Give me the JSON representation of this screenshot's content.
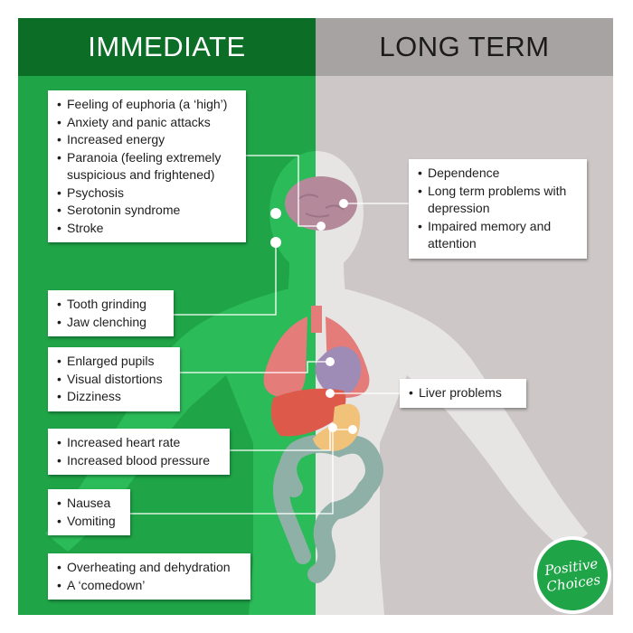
{
  "header": {
    "left_title": "IMMEDIATE",
    "right_title": "LONG TERM"
  },
  "colors": {
    "immediate_bg": "#1fa447",
    "immediate_header": "#0c6d27",
    "long_term_bg": "#cdc7c7",
    "long_term_header": "#a8a3a3",
    "brain": "#b48a9b",
    "lungs": "#e47c7a",
    "heart": "#9e8bb6",
    "liver": "#dd5a4b",
    "stomach": "#f1c27a",
    "intestines": "#8fb0a7"
  },
  "immediate_cards": [
    {
      "items": [
        "Feeling of euphoria (a ‘high’)",
        "Anxiety and panic attacks",
        "Increased energy",
        "Paranoia (feeling extremely suspicious and frightened)",
        "Psychosis",
        "Serotonin syndrome",
        "Stroke"
      ]
    },
    {
      "items": [
        "Tooth grinding",
        "Jaw clenching"
      ]
    },
    {
      "items": [
        "Enlarged pupils",
        "Visual distortions",
        "Dizziness"
      ]
    },
    {
      "items": [
        "Increased heart rate",
        "Increased blood pressure"
      ]
    },
    {
      "items": [
        "Nausea",
        "Vomiting"
      ]
    },
    {
      "items": [
        "Overheating and dehydration",
        "A ‘comedown’"
      ]
    }
  ],
  "long_term_cards": [
    {
      "items": [
        "Dependence",
        "Long term problems with depression",
        "Impaired memory and attention"
      ]
    },
    {
      "items": [
        "Liver problems"
      ]
    }
  ],
  "logo": {
    "line1": "Positive",
    "line2": "Choices"
  }
}
